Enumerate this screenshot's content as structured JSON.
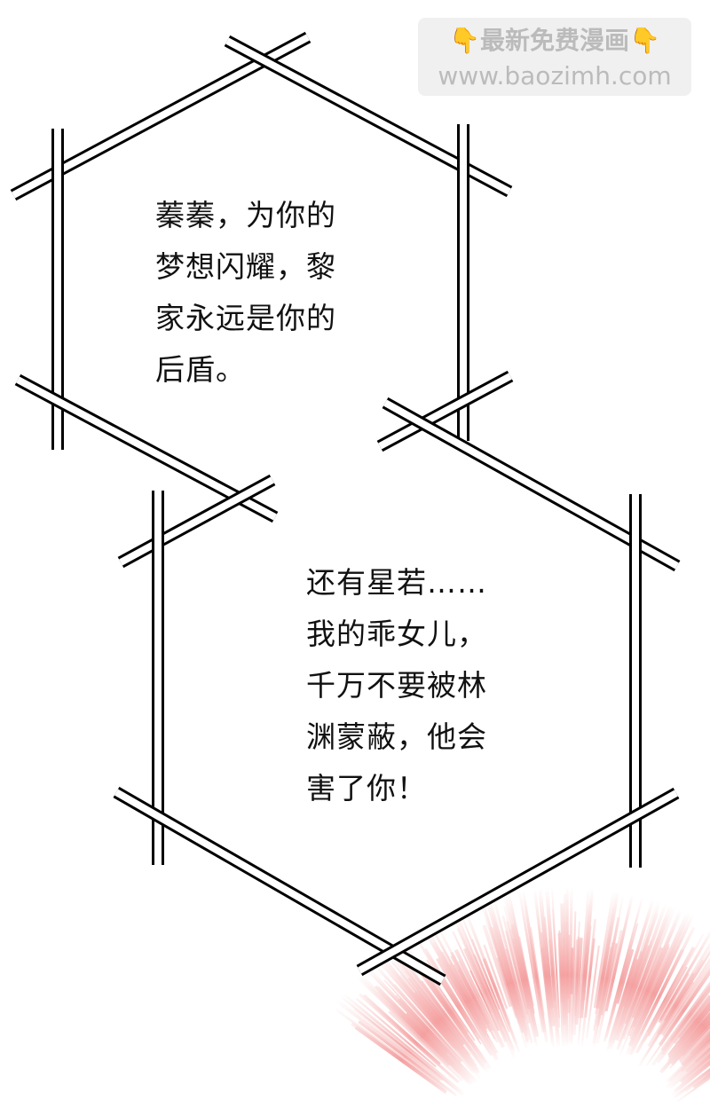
{
  "watermark": {
    "icon": "pointing-down-hand-icon",
    "title": "最新免费漫画",
    "url": "www.baozimh.com"
  },
  "bubbles": [
    {
      "lines": [
        "蓁蓁，为你的",
        "梦想闪耀，黎",
        "家永远是你的",
        "后盾。"
      ]
    },
    {
      "lines": [
        "还有星若……",
        "我的乖女儿，",
        "千万不要被林",
        "渊蒙蔽，他会",
        "害了你！"
      ]
    }
  ],
  "colors": {
    "frame": "#000000",
    "burst": "#f4a0a0"
  }
}
